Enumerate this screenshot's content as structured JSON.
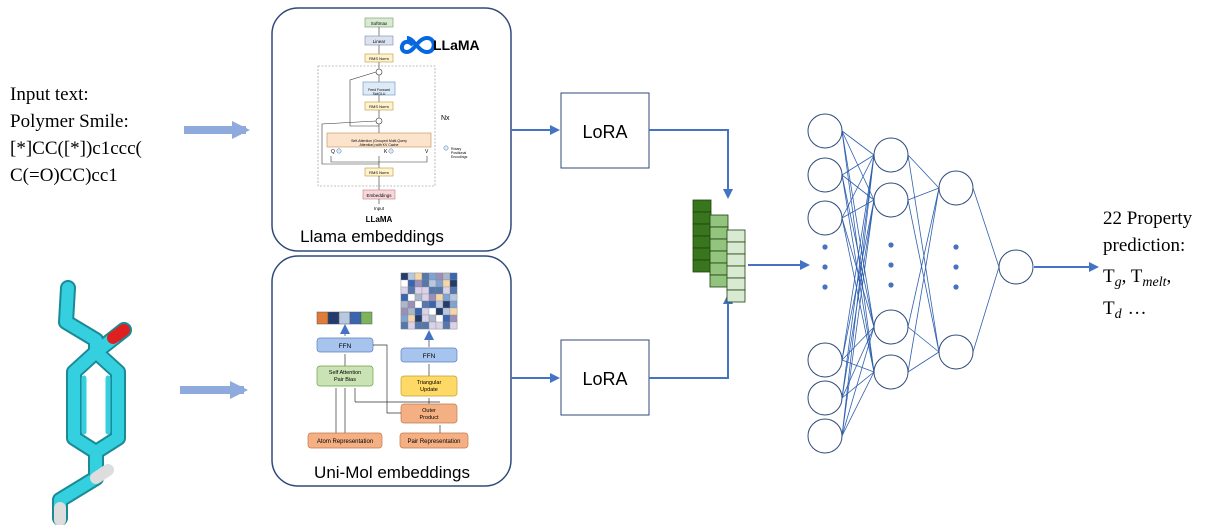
{
  "input_text": {
    "lines": [
      "Input text:",
      "Polymer Smile:",
      "[*]CC([*])c1ccc(",
      "C(=O)CC)cc1"
    ]
  },
  "llama_box": {
    "logo_text": "LLaMA",
    "caption": "Llama embeddings",
    "small_label": "LLaMA",
    "blocks": {
      "softmax": "Softmax",
      "linear": "Linear",
      "rms_norm_top": "RMS Norm",
      "ffn": "Feed Forward SwiGLU",
      "rms_norm_mid": "RMS Norm",
      "attention": "Self-Attention (Grouped Multi-Query Attention) with KV Cache",
      "rms_norm_bottom": "RMS Norm",
      "embeddings": "Embeddings",
      "input": "Input",
      "q": "Q",
      "k": "K",
      "v": "V",
      "nx": "Nx",
      "rope": "Rotary Positional Encodings"
    }
  },
  "unimol_box": {
    "caption": "Uni-Mol embeddings",
    "blocks": {
      "ffn_left": "FFN",
      "self_attention": "Self Attention Pair Bias",
      "atom_repr": "Atom Representation",
      "ffn_right": "FFN",
      "triangular": "Triangular Update",
      "outer_product": "Outer Product",
      "pair_repr": "Pair Representation"
    }
  },
  "lora_top": {
    "label": "LoRA"
  },
  "lora_bottom": {
    "label": "LoRA"
  },
  "output_text": {
    "line1": "22 Property",
    "line2": "prediction:",
    "tg_base": "T",
    "tg_sub": "g",
    "tmelt_base": "T",
    "tmelt_sub": "melt",
    "td_base": "T",
    "td_sub": "d",
    "ellipsis": "…"
  },
  "colors": {
    "arrow_light": "#8FAADC",
    "arrow_dark": "#4472C4",
    "box_border": "#2F4A7A",
    "nn_edge": "#2E5FB0",
    "green_dark": "#38761D",
    "green_mid": "#93C47D",
    "green_light": "#D9EAD3",
    "molecule_cyan": "#35D0E0",
    "oxygen_red": "#E02020"
  }
}
